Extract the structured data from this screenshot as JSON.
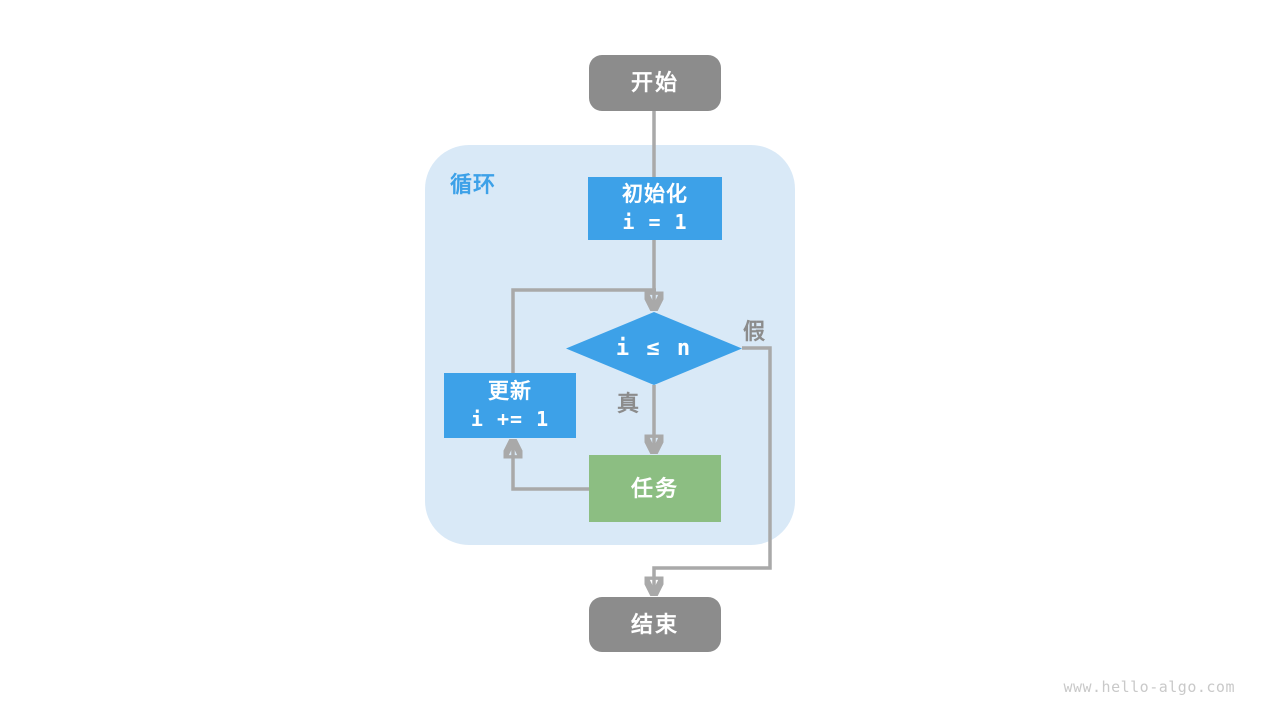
{
  "diagram": {
    "loop_label": "循环",
    "nodes": {
      "start": {
        "label": "开始"
      },
      "init": {
        "label": "初始化",
        "code": "i = 1"
      },
      "condition": {
        "label": "i ≤ n"
      },
      "update": {
        "label": "更新",
        "code": "i += 1"
      },
      "task": {
        "label": "任务"
      },
      "end": {
        "label": "结束"
      }
    },
    "branch_labels": {
      "true_branch": "真",
      "false_branch": "假"
    },
    "colors": {
      "terminal": "#8c8c8c",
      "process": "#3da1e8",
      "task": "#8cbe82",
      "container": "#d9e9f7",
      "line": "#a9a9a9",
      "label": "#8c8c8c"
    }
  },
  "footer": {
    "watermark": "www.hello-algo.com"
  }
}
